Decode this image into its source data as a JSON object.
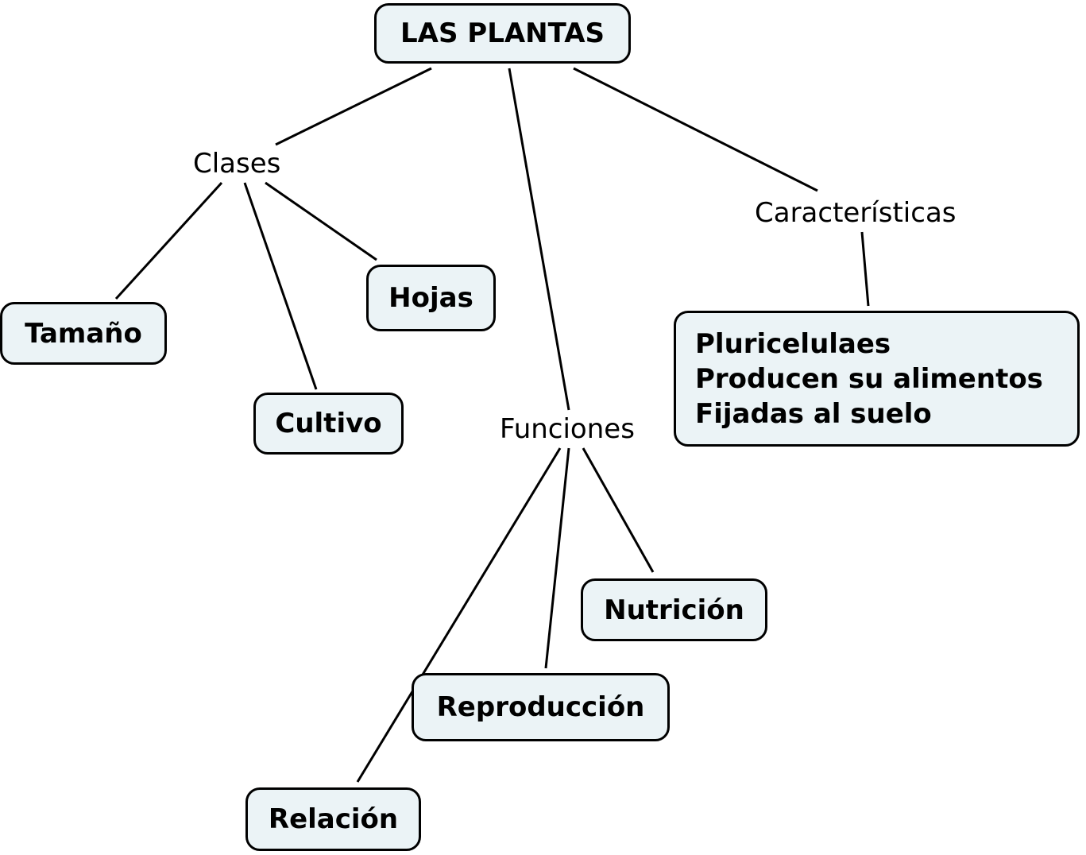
{
  "diagram": {
    "title": "LAS PLANTAS",
    "nodes": {
      "root": "LAS PLANTAS",
      "clases": "Clases",
      "caracteristicas": "Características",
      "funciones": "Funciones",
      "tamano": "Tamaño",
      "cultivo": "Cultivo",
      "hojas": "Hojas",
      "nutricion": "Nutrición",
      "reproduccion": "Reproducción",
      "relacion": "Relación",
      "caracteristicas_list": [
        "Pluricelulaes",
        "Producen su alimentos",
        "Fijadas al suelo"
      ]
    },
    "edges": [
      [
        "LAS PLANTAS",
        "Clases"
      ],
      [
        "LAS PLANTAS",
        "Funciones"
      ],
      [
        "LAS PLANTAS",
        "Características"
      ],
      [
        "Clases",
        "Tamaño"
      ],
      [
        "Clases",
        "Cultivo"
      ],
      [
        "Clases",
        "Hojas"
      ],
      [
        "Características",
        "Pluricelulaes / Producen su alimentos / Fijadas al suelo"
      ],
      [
        "Funciones",
        "Relación"
      ],
      [
        "Funciones",
        "Reproducción"
      ],
      [
        "Funciones",
        "Nutrición"
      ]
    ],
    "colors": {
      "node_fill": "#ebf3f6",
      "stroke": "#000000"
    }
  }
}
